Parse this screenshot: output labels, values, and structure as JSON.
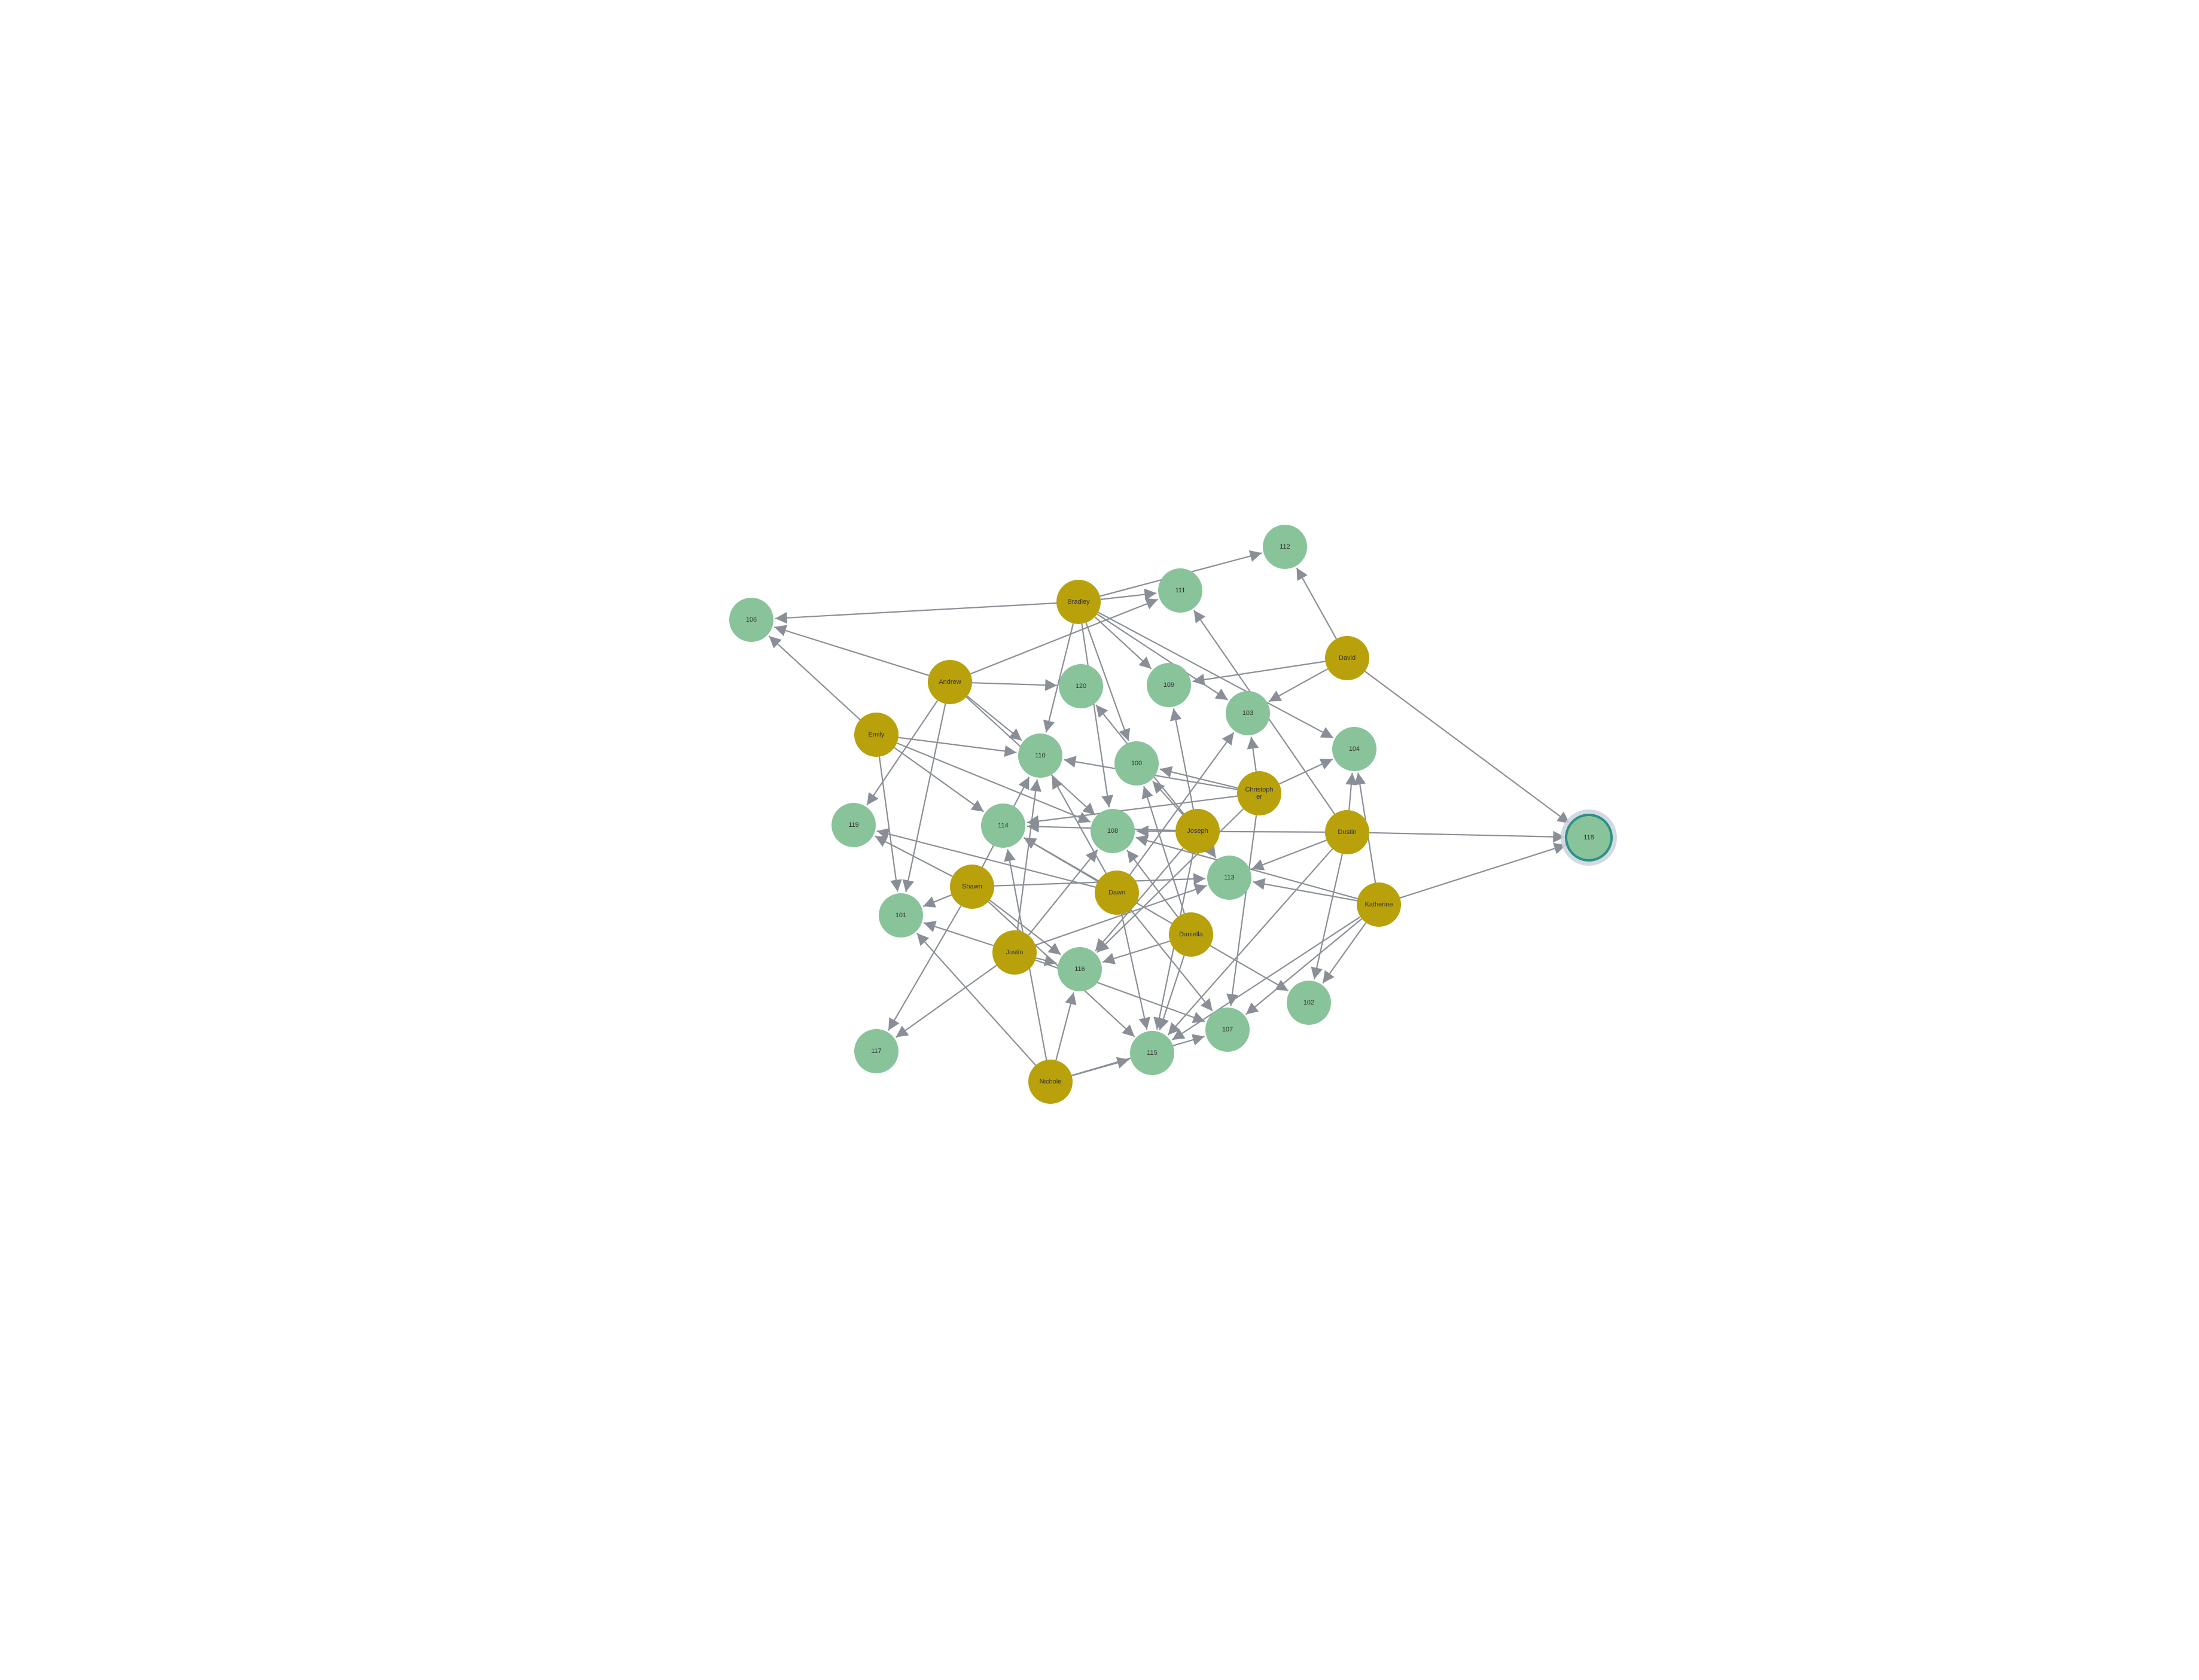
{
  "colors": {
    "room_node": "#88c39a",
    "person_node": "#b8a10a",
    "edge": "#8a8f97",
    "selected_ring": "#2e8f85",
    "background": "#ffffff"
  },
  "graph": {
    "nodes": [
      {
        "id": "112",
        "label": "112",
        "kind": "room"
      },
      {
        "id": "111",
        "label": "111",
        "kind": "room"
      },
      {
        "id": "106",
        "label": "106",
        "kind": "room"
      },
      {
        "id": "120",
        "label": "120",
        "kind": "room"
      },
      {
        "id": "109",
        "label": "109",
        "kind": "room"
      },
      {
        "id": "103",
        "label": "103",
        "kind": "room"
      },
      {
        "id": "104",
        "label": "104",
        "kind": "room"
      },
      {
        "id": "110",
        "label": "110",
        "kind": "room"
      },
      {
        "id": "100",
        "label": "100",
        "kind": "room"
      },
      {
        "id": "119",
        "label": "119",
        "kind": "room"
      },
      {
        "id": "114",
        "label": "114",
        "kind": "room"
      },
      {
        "id": "108",
        "label": "108",
        "kind": "room"
      },
      {
        "id": "113",
        "label": "113",
        "kind": "room"
      },
      {
        "id": "101",
        "label": "101",
        "kind": "room"
      },
      {
        "id": "116",
        "label": "116",
        "kind": "room"
      },
      {
        "id": "117",
        "label": "117",
        "kind": "room"
      },
      {
        "id": "115",
        "label": "115",
        "kind": "room"
      },
      {
        "id": "107",
        "label": "107",
        "kind": "room"
      },
      {
        "id": "102",
        "label": "102",
        "kind": "room"
      },
      {
        "id": "118",
        "label": "118",
        "kind": "room",
        "selected": true
      },
      {
        "id": "Bradley",
        "label": "Bradley",
        "kind": "person"
      },
      {
        "id": "David",
        "label": "David",
        "kind": "person"
      },
      {
        "id": "Andrew",
        "label": "Andrew",
        "kind": "person"
      },
      {
        "id": "Emily",
        "label": "Emily",
        "kind": "person"
      },
      {
        "id": "Christopher",
        "label": "Christoph er",
        "kind": "person"
      },
      {
        "id": "Joseph",
        "label": "Joseph",
        "kind": "person"
      },
      {
        "id": "Dustin",
        "label": "Dustin",
        "kind": "person"
      },
      {
        "id": "Shawn",
        "label": "Shawn",
        "kind": "person"
      },
      {
        "id": "Dawn",
        "label": "Dawn",
        "kind": "person"
      },
      {
        "id": "Katherine",
        "label": "Katherine",
        "kind": "person"
      },
      {
        "id": "Daniella",
        "label": "Daniella",
        "kind": "person"
      },
      {
        "id": "Justin",
        "label": "Justin",
        "kind": "person"
      },
      {
        "id": "Nichole",
        "label": "Nichole",
        "kind": "person"
      }
    ],
    "edges": [
      [
        "Bradley",
        "106"
      ],
      [
        "Bradley",
        "111"
      ],
      [
        "Bradley",
        "112"
      ],
      [
        "Bradley",
        "109"
      ],
      [
        "Bradley",
        "103"
      ],
      [
        "Bradley",
        "104"
      ],
      [
        "Bradley",
        "100"
      ],
      [
        "Bradley",
        "110"
      ],
      [
        "Bradley",
        "108"
      ],
      [
        "David",
        "112"
      ],
      [
        "David",
        "118"
      ],
      [
        "David",
        "103"
      ],
      [
        "David",
        "109"
      ],
      [
        "Andrew",
        "106"
      ],
      [
        "Andrew",
        "111"
      ],
      [
        "Andrew",
        "120"
      ],
      [
        "Andrew",
        "110"
      ],
      [
        "Andrew",
        "119"
      ],
      [
        "Andrew",
        "101"
      ],
      [
        "Andrew",
        "108"
      ],
      [
        "Emily",
        "106"
      ],
      [
        "Emily",
        "110"
      ],
      [
        "Emily",
        "114"
      ],
      [
        "Emily",
        "101"
      ],
      [
        "Emily",
        "108"
      ],
      [
        "Christopher",
        "110"
      ],
      [
        "Christopher",
        "103"
      ],
      [
        "Christopher",
        "114"
      ],
      [
        "Christopher",
        "100"
      ],
      [
        "Christopher",
        "116"
      ],
      [
        "Christopher",
        "104"
      ],
      [
        "Christopher",
        "107"
      ],
      [
        "Joseph",
        "114"
      ],
      [
        "Joseph",
        "109"
      ],
      [
        "Joseph",
        "100"
      ],
      [
        "Joseph",
        "120"
      ],
      [
        "Joseph",
        "113"
      ],
      [
        "Joseph",
        "116"
      ],
      [
        "Joseph",
        "115"
      ],
      [
        "Dustin",
        "118"
      ],
      [
        "Dustin",
        "104"
      ],
      [
        "Dustin",
        "108"
      ],
      [
        "Dustin",
        "111"
      ],
      [
        "Dustin",
        "102"
      ],
      [
        "Dustin",
        "113"
      ],
      [
        "Dustin",
        "115"
      ],
      [
        "Shawn",
        "119"
      ],
      [
        "Shawn",
        "101"
      ],
      [
        "Shawn",
        "117"
      ],
      [
        "Shawn",
        "113"
      ],
      [
        "Shawn",
        "110"
      ],
      [
        "Shawn",
        "115"
      ],
      [
        "Shawn",
        "116"
      ],
      [
        "Dawn",
        "114"
      ],
      [
        "Dawn",
        "110"
      ],
      [
        "Dawn",
        "119"
      ],
      [
        "Dawn",
        "115"
      ],
      [
        "Dawn",
        "103"
      ],
      [
        "Dawn",
        "107"
      ],
      [
        "Katherine",
        "118"
      ],
      [
        "Katherine",
        "104"
      ],
      [
        "Katherine",
        "113"
      ],
      [
        "Katherine",
        "102"
      ],
      [
        "Katherine",
        "107"
      ],
      [
        "Katherine",
        "115"
      ],
      [
        "Katherine",
        "108"
      ],
      [
        "Daniella",
        "114"
      ],
      [
        "Daniella",
        "100"
      ],
      [
        "Daniella",
        "115"
      ],
      [
        "Daniella",
        "102"
      ],
      [
        "Daniella",
        "116"
      ],
      [
        "Daniella",
        "108"
      ],
      [
        "Justin",
        "101"
      ],
      [
        "Justin",
        "110"
      ],
      [
        "Justin",
        "116"
      ],
      [
        "Justin",
        "117"
      ],
      [
        "Justin",
        "113"
      ],
      [
        "Justin",
        "108"
      ],
      [
        "Justin",
        "107"
      ],
      [
        "Nichole",
        "101"
      ],
      [
        "Nichole",
        "116"
      ],
      [
        "Nichole",
        "115"
      ],
      [
        "Nichole",
        "114"
      ],
      [
        "Nichole",
        "107"
      ]
    ]
  }
}
